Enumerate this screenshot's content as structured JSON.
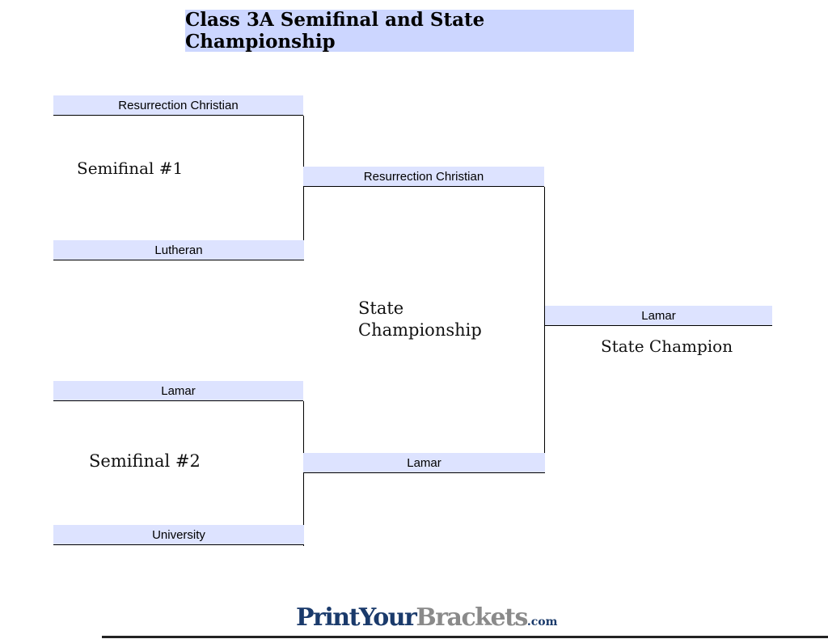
{
  "title": "Class 3A Semifinal and State Championship",
  "semifinal1": {
    "label": "Semifinal #1",
    "team1": "Resurrection Christian",
    "team2": "Lutheran"
  },
  "semifinal2": {
    "label": "Semifinal #2",
    "team1": "Lamar",
    "team2": "University"
  },
  "championship": {
    "label_line1": "State",
    "label_line2": "Championship",
    "team1": "Resurrection Christian",
    "team2": "Lamar"
  },
  "champion": {
    "label": "State Champion",
    "team": "Lamar"
  },
  "logo": {
    "part1": "PrintYour",
    "part2": "Brackets",
    "part3": ".com"
  }
}
